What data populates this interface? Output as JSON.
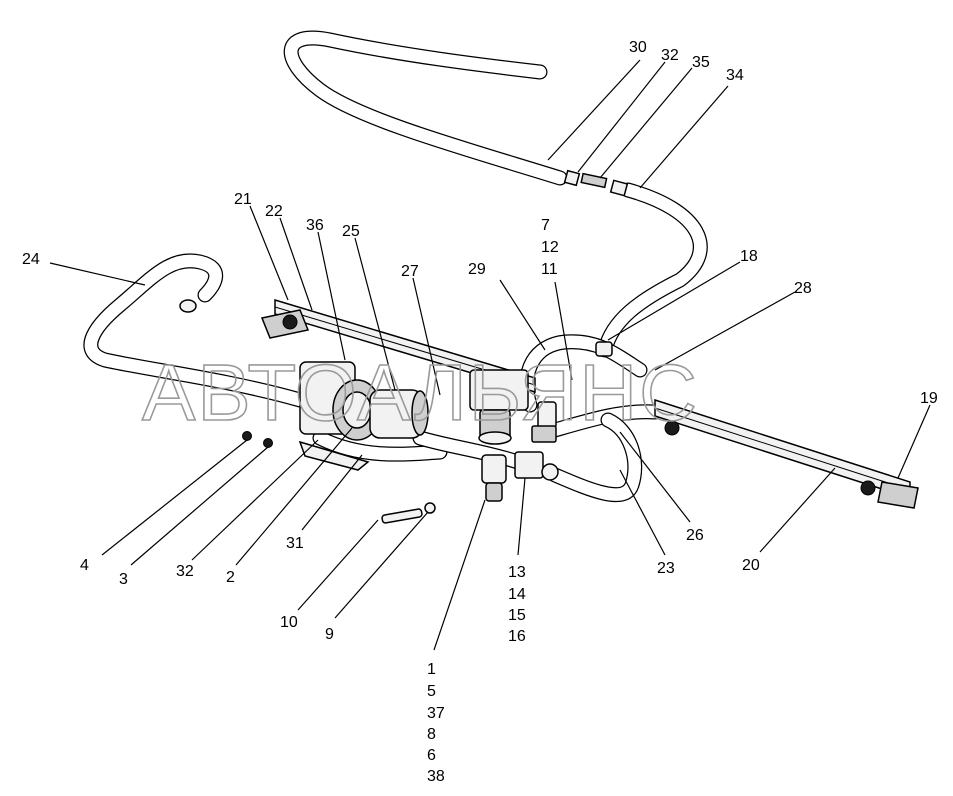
{
  "watermark": "АВТОАЛЬЯНС",
  "callouts": [
    {
      "id": "c30",
      "text": "30"
    },
    {
      "id": "c32a",
      "text": "32"
    },
    {
      "id": "c35",
      "text": "35"
    },
    {
      "id": "c34",
      "text": "34"
    },
    {
      "id": "c21",
      "text": "21"
    },
    {
      "id": "c22",
      "text": "22"
    },
    {
      "id": "c36",
      "text": "36"
    },
    {
      "id": "c25",
      "text": "25"
    },
    {
      "id": "c7",
      "text": "7"
    },
    {
      "id": "c12",
      "text": "12"
    },
    {
      "id": "c11",
      "text": "11"
    },
    {
      "id": "c24",
      "text": "24"
    },
    {
      "id": "c27",
      "text": "27"
    },
    {
      "id": "c29",
      "text": "29"
    },
    {
      "id": "c18",
      "text": "18"
    },
    {
      "id": "c28",
      "text": "28"
    },
    {
      "id": "c19",
      "text": "19"
    },
    {
      "id": "c4",
      "text": "4"
    },
    {
      "id": "c3",
      "text": "3"
    },
    {
      "id": "c32b",
      "text": "32"
    },
    {
      "id": "c2",
      "text": "2"
    },
    {
      "id": "c31",
      "text": "31"
    },
    {
      "id": "c10",
      "text": "10"
    },
    {
      "id": "c9",
      "text": "9"
    },
    {
      "id": "c13",
      "text": "13"
    },
    {
      "id": "c14",
      "text": "14"
    },
    {
      "id": "c15",
      "text": "15"
    },
    {
      "id": "c16",
      "text": "16"
    },
    {
      "id": "c23",
      "text": "23"
    },
    {
      "id": "c26",
      "text": "26"
    },
    {
      "id": "c20",
      "text": "20"
    },
    {
      "id": "c1",
      "text": "1"
    },
    {
      "id": "c5",
      "text": "5"
    },
    {
      "id": "c37",
      "text": "37"
    },
    {
      "id": "c8",
      "text": "8"
    },
    {
      "id": "c6",
      "text": "6"
    },
    {
      "id": "c38",
      "text": "38"
    }
  ]
}
